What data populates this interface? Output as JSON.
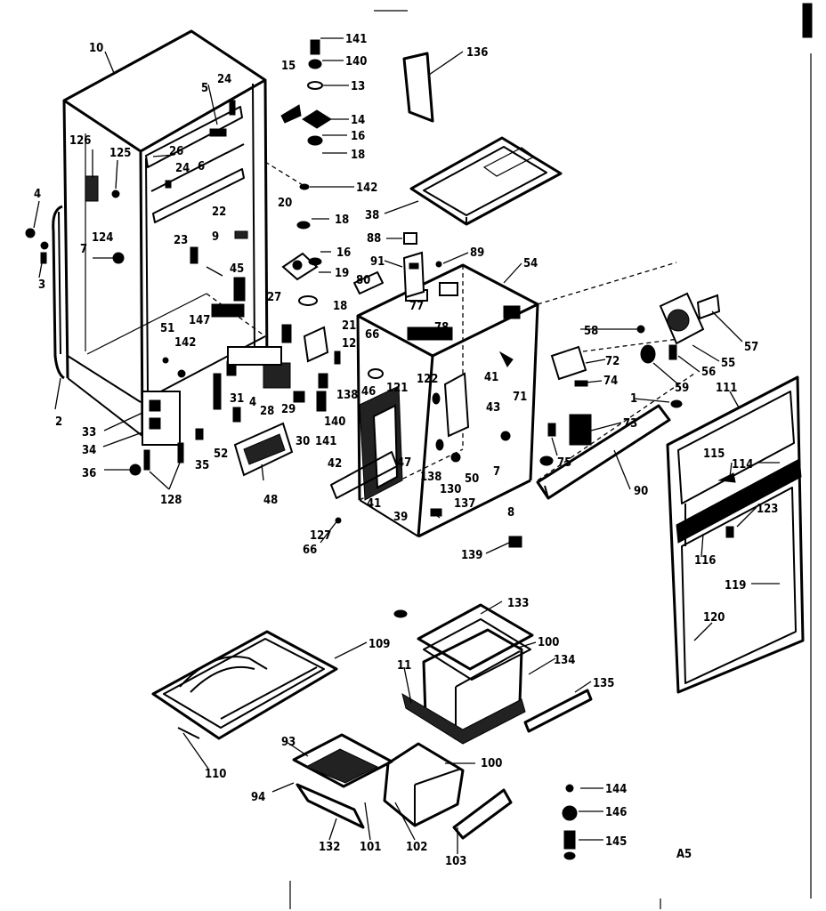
{
  "diagram": {
    "corner_code": "A5",
    "parts": {
      "10": "10",
      "126": "126",
      "125": "125",
      "26": "26",
      "24": "24",
      "5": "5",
      "6": "6",
      "22": "22",
      "23": "23",
      "4": "4",
      "7": "7",
      "3": "3",
      "124": "124",
      "9": "9",
      "45": "45",
      "147": "147",
      "51": "51",
      "142": "142",
      "2": "2",
      "33": "33",
      "34": "34",
      "36": "36",
      "128": "128",
      "35": "35",
      "52": "52",
      "31": "31",
      "28": "28",
      "29": "29",
      "30": "30",
      "48": "48",
      "141": "141",
      "140": "140",
      "13": "13",
      "14": "14",
      "16": "16",
      "18": "18",
      "15": "15",
      "20": "20",
      "19": "19",
      "27": "27",
      "21": "21",
      "12": "12",
      "138": "138",
      "136": "136",
      "38": "38",
      "88": "88",
      "91": "91",
      "89": "89",
      "80": "80",
      "54": "54",
      "77": "77",
      "78": "78",
      "66": "66",
      "121": "121",
      "122": "122",
      "41": "41",
      "43": "43",
      "46": "46",
      "42": "42",
      "47": "47",
      "39": "39",
      "50": "50",
      "130": "130",
      "137": "137",
      "127": "127",
      "139": "139",
      "8": "8",
      "71": "71",
      "58": "58",
      "72": "72",
      "74": "74",
      "57": "57",
      "55": "55",
      "56": "56",
      "59": "59",
      "1": "1",
      "73": "73",
      "75": "75",
      "90": "90",
      "111": "111",
      "115": "115",
      "114": "114",
      "123": "123",
      "116": "116",
      "119": "119",
      "120": "120",
      "133": "133",
      "100": "100",
      "134": "134",
      "135": "135",
      "11": "11",
      "109": "109",
      "110": "110",
      "93": "93",
      "94": "94",
      "132": "132",
      "101": "101",
      "102": "102",
      "103": "103",
      "144": "144",
      "146": "146",
      "145": "145"
    }
  }
}
